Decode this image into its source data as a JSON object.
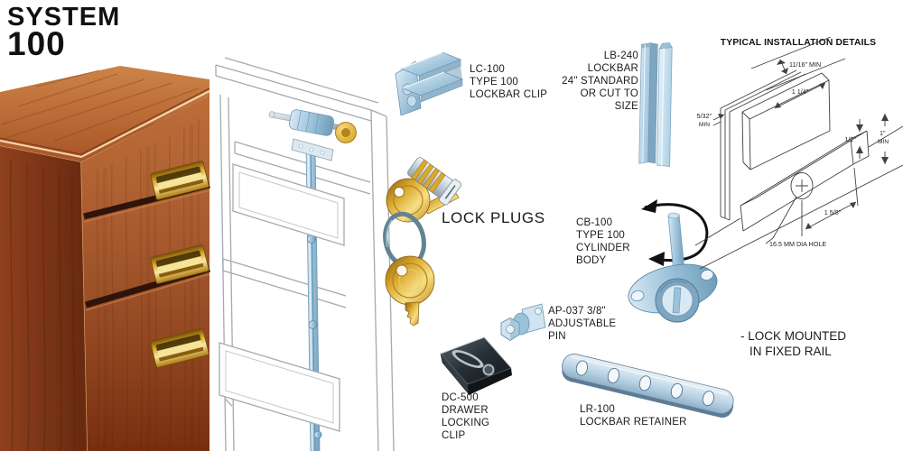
{
  "title": {
    "line1": "SYSTEM",
    "line2": "100"
  },
  "labels": {
    "lock_plugs": "LOCK PLUGS",
    "note_line1": "- LOCK MOUNTED",
    "note_line2": "IN FIXED RAIL"
  },
  "parts": {
    "lc100": {
      "lines": [
        "LC-100",
        "TYPE 100",
        "LOCKBAR CLIP"
      ]
    },
    "lb240": {
      "lines": [
        "LB-240",
        "LOCKBAR",
        "24\" STANDARD",
        "OR CUT TO",
        "SIZE"
      ]
    },
    "cb100": {
      "lines": [
        "CB-100",
        "TYPE 100",
        "CYLINDER",
        "BODY"
      ]
    },
    "ap037": {
      "lines": [
        "AP-037 3/8\"",
        "ADJUSTABLE",
        "PIN"
      ]
    },
    "dc500": {
      "lines": [
        "DC-500",
        "DRAWER",
        "LOCKING",
        "CLIP"
      ]
    },
    "lr100": {
      "lines": [
        "LR-100",
        "LOCKBAR RETAINER"
      ]
    }
  },
  "installation": {
    "title": "TYPICAL INSTALLATION DETAILS",
    "dims": {
      "top_clearance": "11/16\" MIN",
      "front_width": "1 1/4\"",
      "panel_gap": "5/32\"",
      "panel_gap_min": "MIN",
      "rail_inset": "1/2\"",
      "rail_height": "1\"",
      "rail_height_min": "MIN",
      "hole_offset": "1 5/8\"",
      "hole_dia": "16.5 MM DIA HOLE"
    }
  },
  "colors": {
    "metal_blue": "#9cc2da",
    "key_gold": "#d9a92e",
    "wood": "#a85426",
    "drawing_line": "#3f3f3f",
    "ink": "#1b1b1b"
  }
}
